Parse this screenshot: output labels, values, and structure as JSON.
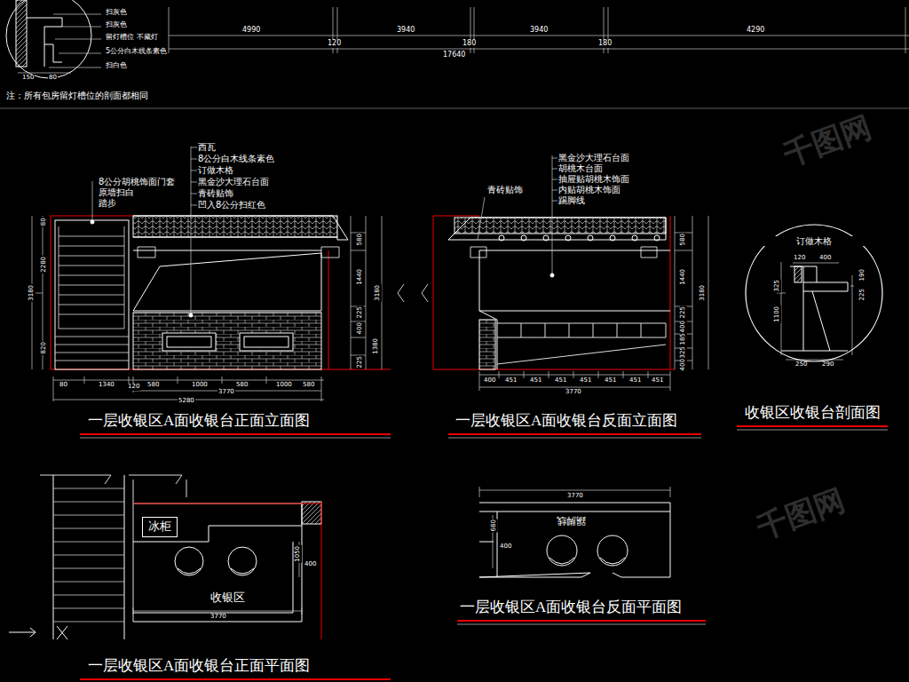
{
  "diagram": {
    "nodes": [
      {
        "text": [
          "冰柜"
        ]
      },
      {
        "text": [
          "订做木格"
        ]
      }
    ],
    "labels": [
      "扫灰色",
      "扫灰色",
      "留灯槽位 不藏灯",
      "5公分白木线条素色",
      "扫白色",
      "150",
      "80",
      "注：所有包房留灯槽位的剖面都相同",
      "4990",
      "120",
      "3940",
      "180",
      "3940",
      "180",
      "4290",
      "17640",
      "8公分胡桃饰面门套",
      "原墙扫白",
      "踏步",
      "西瓦",
      "8公分白木线条素色",
      "订做木格",
      "黑金沙大理石台面",
      "青砖贴饰",
      "凹入8公分扫红色",
      "3180",
      "2280",
      "820",
      "80",
      "580",
      "1440",
      "3180",
      "225",
      "400",
      "1380",
      "225",
      "80",
      "1340",
      "120",
      "580",
      "1000",
      "580",
      "1000",
      "580",
      "3770",
      "5280",
      "一层收银区A面收银台正面立面图",
      "青砖贴饰",
      "黑金沙大理石台面",
      "胡桃木台面",
      "抽屉贴胡桃木饰面",
      "内贴胡桃木饰面",
      "踢脚线",
      "580",
      "1440",
      "3180",
      "225",
      "400",
      "185",
      "325",
      "400",
      "400",
      "451",
      "451",
      "451",
      "451",
      "451",
      "451",
      "451",
      "3770",
      "一层收银区A面收银台反面立面图",
      "120",
      "400",
      "325",
      "1100",
      "190",
      "225",
      "250",
      "290",
      "收银区收银台剖面图",
      "收银区",
      "3770",
      "1050",
      "400",
      "一层收银区A面收银台正面平面图",
      "3770",
      "680",
      "400",
      "踢脚线",
      "一层收银区A面收银台反面平面图",
      "千图网",
      "千图网"
    ]
  }
}
